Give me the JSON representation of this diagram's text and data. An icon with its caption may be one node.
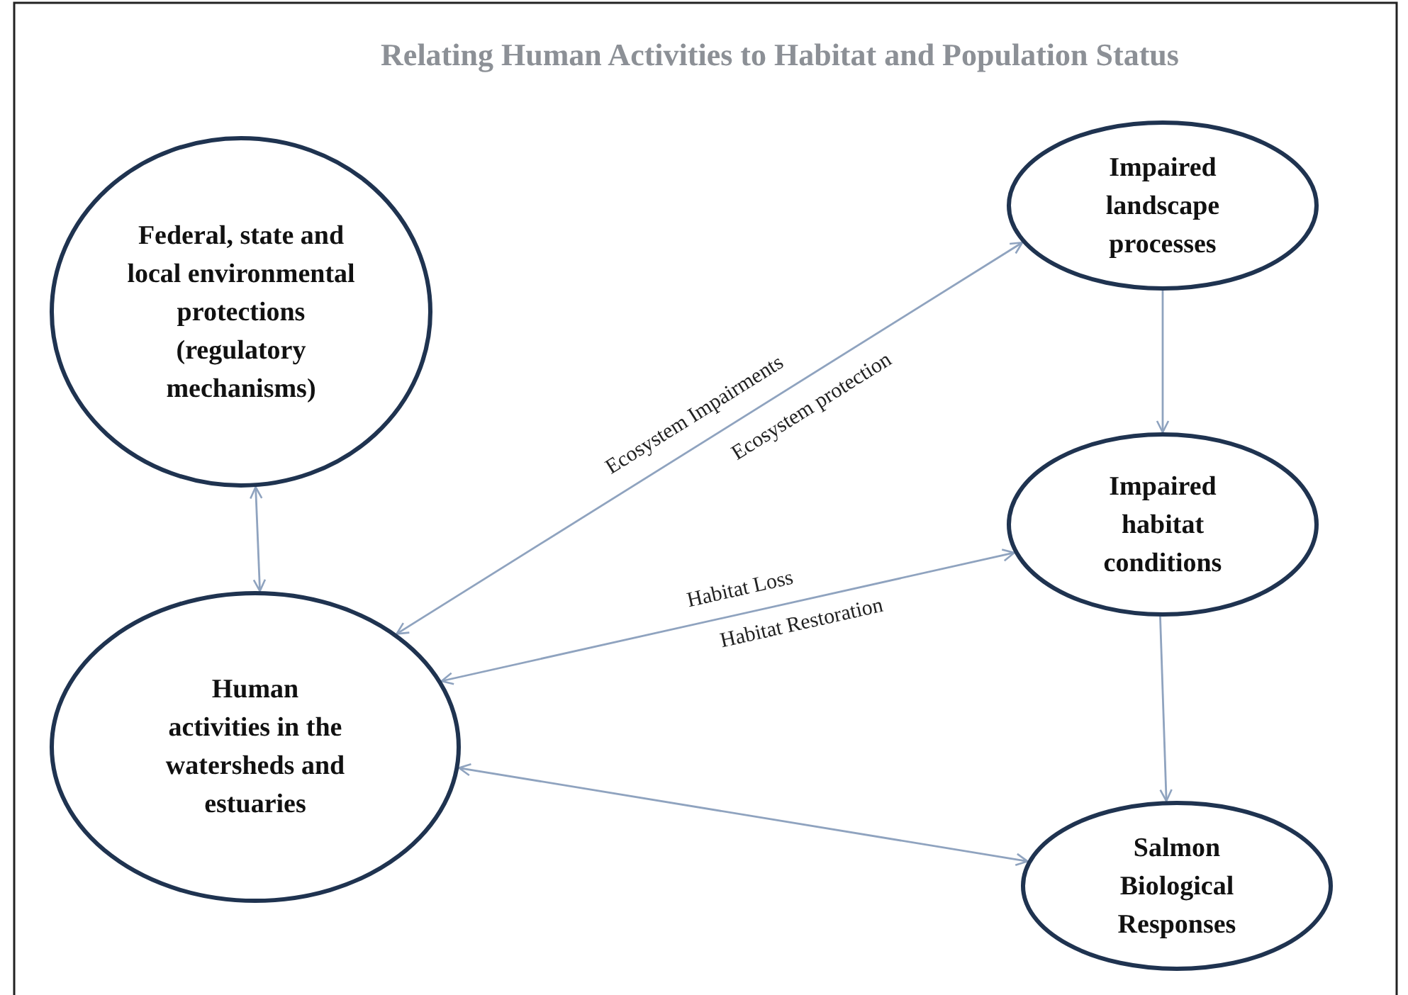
{
  "diagram": {
    "title": "Relating Human Activities to Habitat and Population Status",
    "nodes": [
      {
        "text": [
          "Federal, state and local environmental protections (regulatory mechanisms)"
        ]
      },
      {
        "text": [
          "Impaired landscape processes"
        ]
      },
      {
        "text": [
          "Impaired habitat conditions"
        ]
      },
      {
        "text": [
          "Human activities in the watersheds and estuaries"
        ]
      },
      {
        "text": [
          "Salmon Biological Responses"
        ]
      }
    ],
    "edges": [
      {
        "from": 0,
        "to": 3,
        "arrow": "both"
      },
      {
        "from": 3,
        "to": 1,
        "arrow": "both",
        "label": "Ecosystem Impairments"
      },
      {
        "from": 3,
        "to": 2,
        "arrow": "both",
        "label": "Habitat Loss"
      },
      {
        "from": 1,
        "to": 2,
        "arrow": "to"
      },
      {
        "from": 2,
        "to": 4,
        "arrow": "to"
      },
      {
        "from": 3,
        "to": 4,
        "arrow": "both"
      }
    ],
    "labels": [
      "Ecosystem protection",
      "Habitat Restoration"
    ]
  }
}
